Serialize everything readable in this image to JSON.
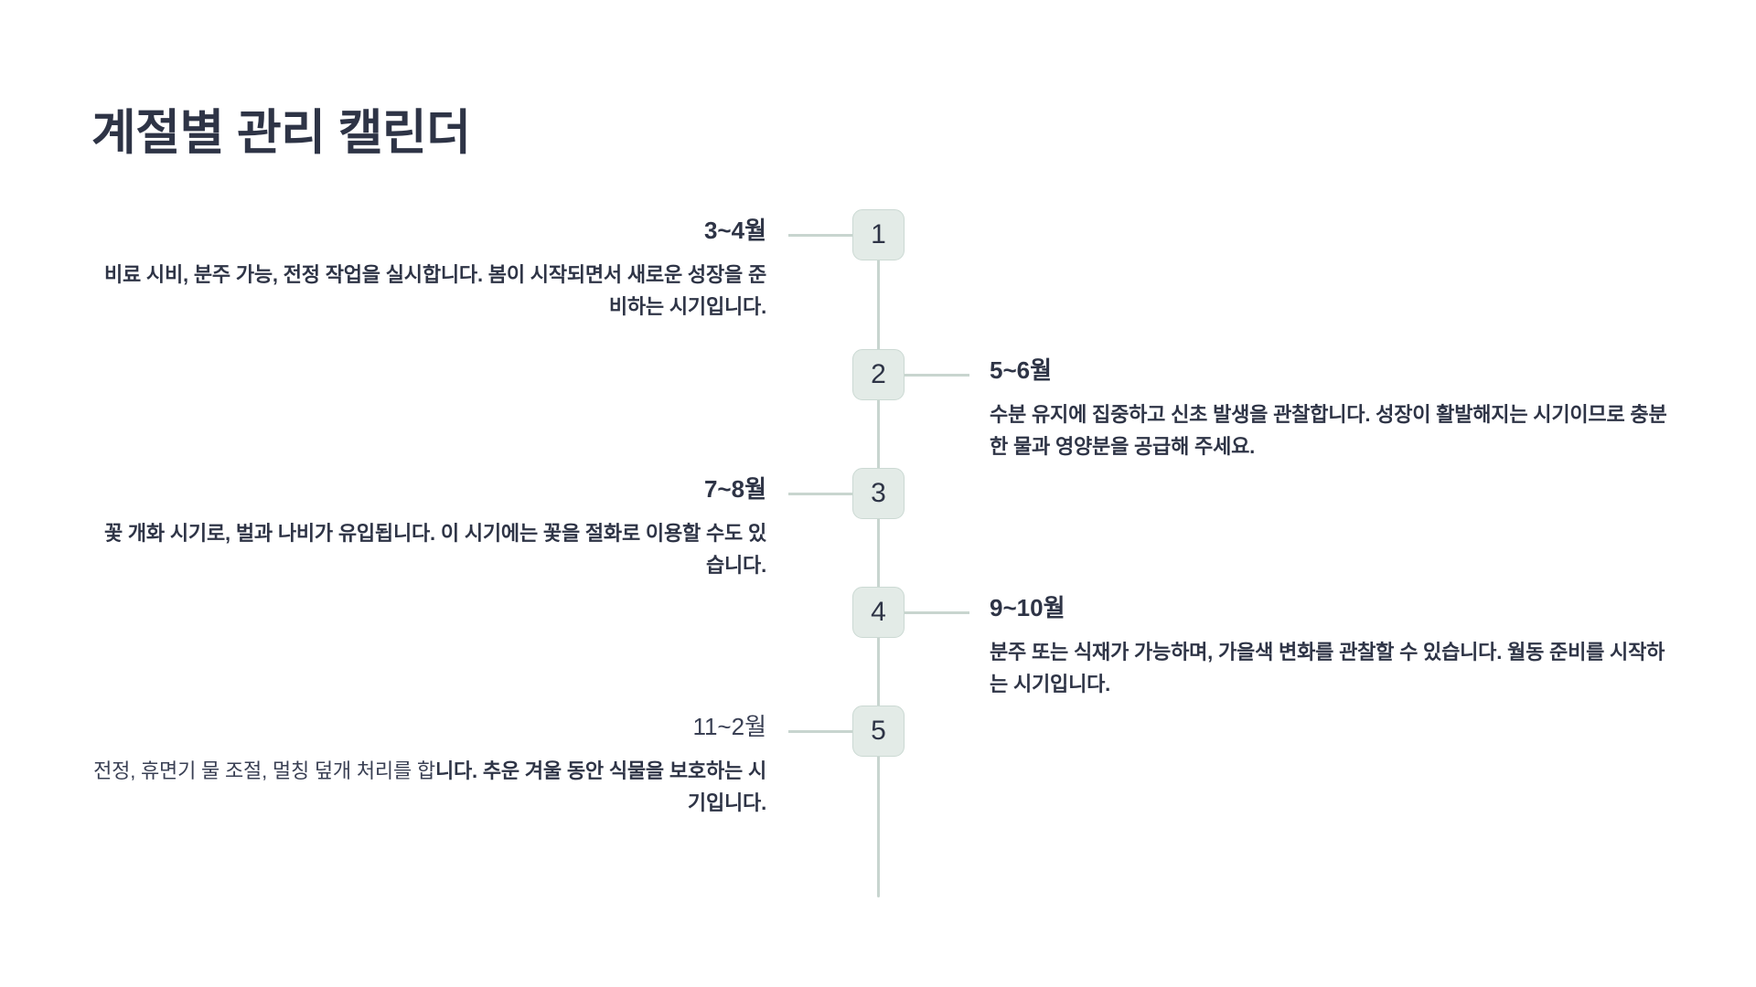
{
  "page": {
    "title": "계절별 관리 캘린더",
    "background": "#ffffff"
  },
  "theme": {
    "text_color": "#2e3446",
    "accent_color": "#c8d5cf",
    "badge_fill": "#e3ebe7",
    "badge_border": "#cbd9d3"
  },
  "timeline": {
    "orientation": "vertical-alternating",
    "node_count": 5,
    "entries": [
      {
        "number": "1",
        "side": "left",
        "period": "3~4월",
        "description": "비료 시비, 분주 가능, 전정 작업을 실시합니다. 봄이 시작되면서 새로운 성장을 준비하는 시기입니다."
      },
      {
        "number": "2",
        "side": "right",
        "period": "5~6월",
        "description": "수분 유지에 집중하고 신초 발생을 관찰합니다. 성장이 활발해지는 시기이므로 충분한 물과 영양분을 공급해 주세요."
      },
      {
        "number": "3",
        "side": "left",
        "period": "7~8월",
        "description": "꽃 개화 시기로, 벌과 나비가 유입됩니다. 이 시기에는 꽃을 절화로 이용할 수도 있습니다."
      },
      {
        "number": "4",
        "side": "right",
        "period": "9~10월",
        "description": "분주 또는 식재가 가능하며, 가을색 변화를 관찰할 수 있습니다. 월동 준비를 시작하는 시기입니다."
      },
      {
        "number": "5",
        "side": "left",
        "period": "11~2월",
        "description_plain": "전정, 휴면기 물 조절, 멀칭 덮개 처리를 합",
        "description_emphasis": "니다. 추운 겨울 동안 식물을 보호하는 시기입니다.",
        "description": "전정, 휴면기 물 조절, 멀칭 덮개 처리를 합니다. 추운 겨울 동안 식물을 보호하는 시기입니다."
      }
    ]
  }
}
